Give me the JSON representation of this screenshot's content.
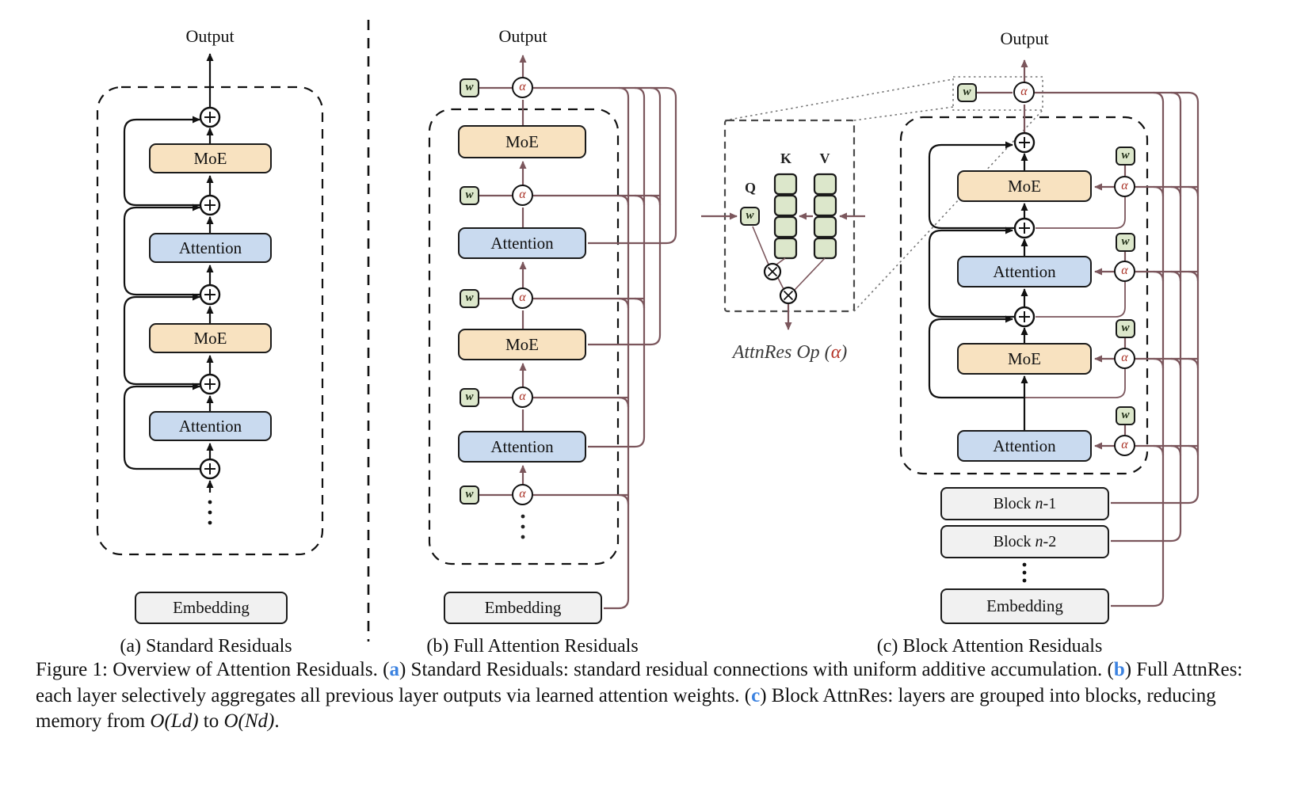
{
  "symbols": {
    "alpha": "α",
    "w": "w"
  },
  "panel_a": {
    "output": "Output",
    "layers": [
      "MoE",
      "Attention",
      "MoE",
      "Attention"
    ],
    "embedding": "Embedding",
    "caption": "(a) Standard Residuals"
  },
  "panel_b": {
    "output": "Output",
    "layers": [
      "MoE",
      "Attention",
      "MoE",
      "Attention"
    ],
    "embedding": "Embedding",
    "caption": "(b) Full Attention Residuals"
  },
  "panel_c": {
    "output": "Output",
    "layers": [
      "MoE",
      "Attention",
      "MoE",
      "Attention"
    ],
    "blocks": [
      {
        "label": "Block",
        "var": "n",
        "suffix": "-1"
      },
      {
        "label": "Block",
        "var": "n",
        "suffix": "-2"
      }
    ],
    "embedding": "Embedding",
    "caption": "(c) Block Attention Residuals"
  },
  "inset": {
    "q_label": "Q",
    "k_label": "K",
    "v_label": "V",
    "w": "w",
    "op_prefix": "AttnRes Op (",
    "op_alpha": "α",
    "op_suffix": ")"
  },
  "figure_caption": {
    "segments": [
      {
        "text": "Figure 1: Overview of Attention Residuals. ("
      },
      {
        "text": "a"
      },
      {
        "text": ") Standard Residuals: standard residual connections with uniform additive accumulation. ("
      },
      {
        "text": "b"
      },
      {
        "text": ") Full AttnRes: each layer selectively aggregates all previous layer outputs via learned attention weights. ("
      },
      {
        "text": "c"
      },
      {
        "text": ") Block AttnRes: layers are grouped into blocks, reducing memory from "
      },
      {
        "text": "O(Ld)"
      },
      {
        "text": " to "
      },
      {
        "text": "O(Nd)"
      },
      {
        "text": "."
      }
    ]
  }
}
